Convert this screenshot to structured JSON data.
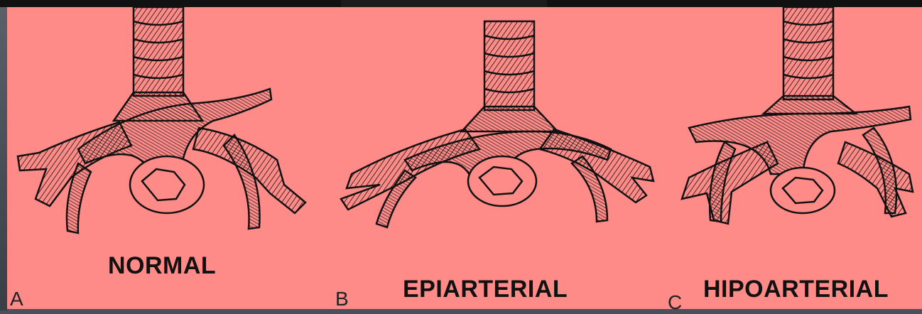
{
  "figure": {
    "panels": [
      {
        "letter": "A",
        "caption": "NORMAL",
        "icon": "trachea-bronchus-normal-drawing"
      },
      {
        "letter": "B",
        "caption": "EPIARTERIAL",
        "icon": "trachea-bronchus-epiarterial-drawing"
      },
      {
        "letter": "C",
        "caption": "HIPOARTERIAL",
        "icon": "trachea-bronchus-hipoarterial-drawing"
      }
    ],
    "colors": {
      "background": "#ff8b88",
      "ink": "#111111"
    }
  }
}
